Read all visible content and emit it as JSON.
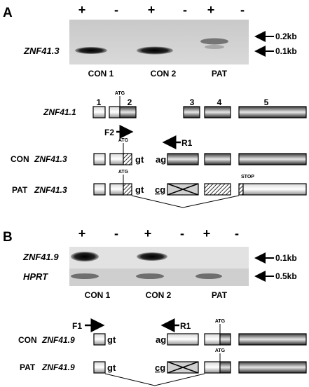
{
  "panel_a": {
    "label": "A",
    "signs": [
      "+",
      "-",
      "+",
      "-",
      "+",
      "-"
    ],
    "gel_row_label": "ZNF41.3",
    "size_markers": [
      "0.2kb",
      "0.1kb"
    ],
    "lanes": [
      "CON 1",
      "CON 2",
      "PAT"
    ],
    "gene_model": {
      "title": "ZNF41.1",
      "exon_numbers": [
        "1",
        "2",
        "3",
        "4",
        "5"
      ],
      "atg": "ATG",
      "primer_forward": "F2",
      "primer_reverse": "R1"
    },
    "con_row": {
      "prefix": "CON",
      "gene": "ZNF41.3",
      "atg": "ATG",
      "donor": "gt",
      "acceptor": "ag"
    },
    "pat_row": {
      "prefix": "PAT",
      "gene": "ZNF41.3",
      "atg": "ATG",
      "donor": "gt",
      "acceptor": "cg",
      "stop": "STOP"
    }
  },
  "panel_b": {
    "label": "B",
    "signs": [
      "+",
      "-",
      "+",
      "-",
      "+",
      "-"
    ],
    "gel_rows": [
      "ZNF41.9",
      "HPRT"
    ],
    "size_markers": [
      "0.1kb",
      "0.5kb"
    ],
    "lanes": [
      "CON 1",
      "CON 2",
      "PAT"
    ],
    "con_row": {
      "prefix": "CON",
      "gene": "ZNF41.9",
      "primer_forward": "F1",
      "primer_reverse": "R1",
      "donor": "gt",
      "acceptor": "ag",
      "atg": "ATG"
    },
    "pat_row": {
      "prefix": "PAT",
      "gene": "ZNF41.9",
      "donor": "gt",
      "acceptor": "cg",
      "atg": "ATG"
    }
  }
}
